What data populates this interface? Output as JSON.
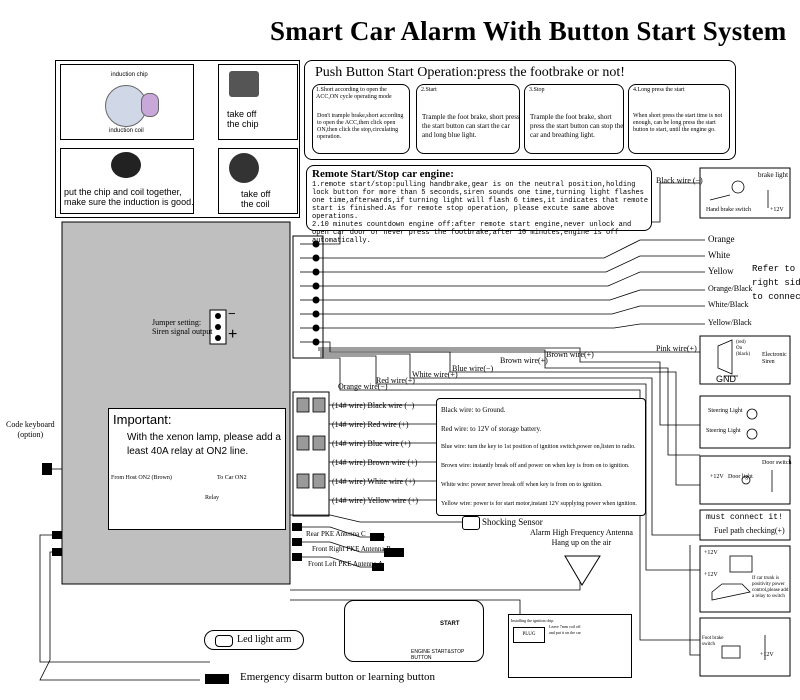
{
  "title": "Smart Car Alarm With Button Start System",
  "chip_panel": {
    "induction_chip": "induction chip",
    "induction_coil": "induction coil",
    "take_off_chip": "take off\nthe chip",
    "chip_coil_text": "put the chip and coil together,\nmake sure the induction is good.",
    "take_off_coil": "take off\nthe coil"
  },
  "push_start": {
    "heading": "Push Button Start Operation:press the footbrake or not!",
    "steps": [
      {
        "head": "1.Short according to open the ACC,ON cycle operating mode",
        "body": "Don't trample brake,short according to open the ACC,then click open ON,then click the stop,circulating operation."
      },
      {
        "head": "2.Start",
        "body": "Trample the foot brake, short press the start button can start the car and long blue light."
      },
      {
        "head": "3.Stop",
        "body": "Trample the foot brake, short press the start button can stop the car and breathing light."
      },
      {
        "head": "4.Long press the start",
        "body": "When short press the start time is not enough, can be long press the start button to start, until the engine go."
      }
    ]
  },
  "remote_start": {
    "heading": "Remote Start/Stop car engine:",
    "body": "1.remote start/stop:pulling handbrake,gear is on the neutral position,holding lock button for more than 5 seconds,siren sounds one time,turning light flashes one time,afterwards,if turning light will flash 6 times,it indicates that remote start is finished.As for remote stop operation, please excute same above operations.\n2.10 minutes countdown engine off:after remote start engine,never unlock and open car door or never press the footbrake,after 10 minutes,engine is off automatically."
  },
  "jumper": {
    "label": "Jumper setting:\nSiren signal output",
    "minus": "−",
    "plus": "+"
  },
  "important": {
    "heading": "Important:",
    "body": "With the xenon lamp, please add a least 40A relay at ON2 line.",
    "from_host": "From Host ON2  (Brown)",
    "to_car": "To Car ON2",
    "relay": "Relay"
  },
  "code_keyboard": "Code keyboard\n(option)",
  "top_wires": [
    {
      "label": "Black wire (−)"
    },
    {
      "label": "Orange"
    },
    {
      "label": "White"
    },
    {
      "label": "Yellow"
    },
    {
      "label": "Orange/Black"
    },
    {
      "label": "White/Black"
    },
    {
      "label": "Yellow/Black"
    },
    {
      "label": "Pink wire(+)"
    },
    {
      "label": "Brown wire(+)"
    },
    {
      "label": "Brown wire(+)"
    },
    {
      "label": "Blue wire(−)"
    },
    {
      "label": "White wire(+)"
    },
    {
      "label": "Red wire(+)"
    },
    {
      "label": "Orange wire(−)"
    }
  ],
  "refer_text": "Refer to\nright side\nto connect",
  "brake_light": {
    "label": "brake light",
    "hand_brake": "Hand brake switch",
    "v12": "+12V"
  },
  "siren": {
    "label": "Electronic Siren",
    "gnd": "GND",
    "on_on": "(red)\nOn\n(black)"
  },
  "steering": {
    "a": "Steering Light",
    "b": "Steering Light"
  },
  "door": {
    "label": "Door switch",
    "door_light": "Door light",
    "v12": "+12V"
  },
  "fuel": {
    "must": "must connect it!",
    "fuel": "Fuel path checking(+)"
  },
  "trunk": {
    "v12a": "+12V",
    "v12b": "+12V",
    "text": "If car trunk is positivity power control,please add a relay to switch"
  },
  "foot_brake": {
    "label": "Foot brake switch",
    "v12": "+12V"
  },
  "power_wires": [
    {
      "label": "(14# wire)  Black wire  (−)",
      "desc": "Black wire: to Ground."
    },
    {
      "label": "(14# wire)  Red wire   (+)",
      "desc": "Red wire: to 12V of storage battery."
    },
    {
      "label": "(14# wire)  Blue wire   (+)",
      "desc": "Blue wire: turn the key to 1st position of ignition switch,power on,listen to radio."
    },
    {
      "label": "(14# wire)  Brown wire  (+)",
      "desc": "Brown wire: instantly break off and power on when key is from on to ignition."
    },
    {
      "label": "(14# wire)  White wire  (+)",
      "desc": "White wire: power never break off when key is from on to ignition."
    },
    {
      "label": "(14# wire)  Yellow wire  (+)",
      "desc": "Yellow wire: power is for start motor,instant 12V supplying power when ignition."
    }
  ],
  "antennas": {
    "a": "Front Left PKE Antenna A",
    "b": "Front Right PKE Antenna B",
    "c": "Rear PKE Antenna C"
  },
  "shocking": "Shocking Sensor",
  "hf_antenna": "Alarm High Frequency Antenna\nHang up on the air",
  "start_button": {
    "start": "START",
    "caption": "ENGINE START&STOP BUTTON"
  },
  "chip_install": {
    "a": "Installing the ignition chip",
    "b": "Leave 7mm coil off",
    "c": "and put it on the car",
    "plug": "PLUG"
  },
  "led": "Led light arm",
  "emergency": "Emergency disarm button or learning button"
}
